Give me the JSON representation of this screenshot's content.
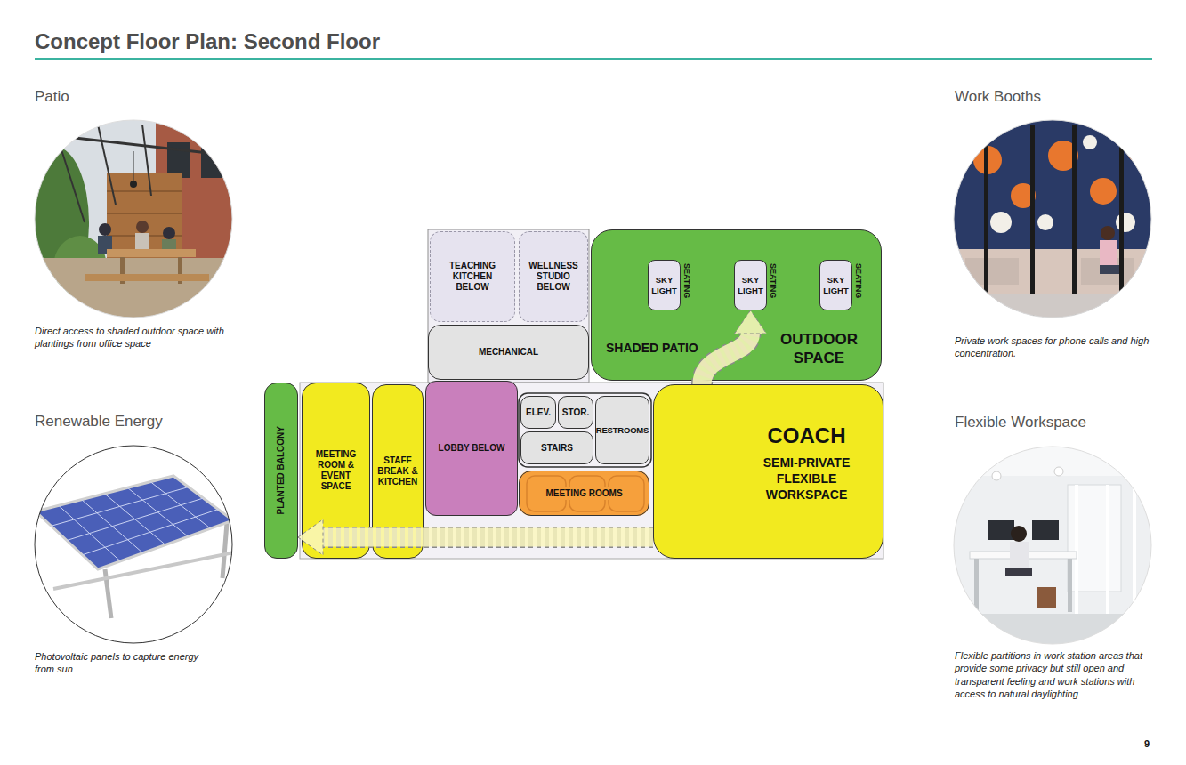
{
  "diagram": {
    "title": "Concept Floor Plan: Second Floor",
    "nodes": [
      {
        "text": [
          "TEACHING KITCHEN BELOW"
        ]
      },
      {
        "text": [
          "WELLNESS STUDIO BELOW"
        ]
      },
      {
        "text": [
          "SHADED PATIO",
          "OUTDOOR SPACE"
        ]
      },
      {
        "text": [
          "SKY LIGHT"
        ],
        "in": 2
      },
      {
        "text": [
          "SKY LIGHT"
        ],
        "in": 2
      },
      {
        "text": [
          "SKY LIGHT"
        ],
        "in": 2
      },
      {
        "text": [
          "MECHANICAL"
        ]
      },
      {
        "text": [
          "PLANTED BALCONY"
        ]
      },
      {
        "text": [
          "MEETING ROOM & EVENT SPACE"
        ]
      },
      {
        "text": [
          "STAFF BREAK & KITCHEN"
        ]
      },
      {
        "text": [
          "LOBBY BELOW"
        ]
      },
      {
        "text": [
          "ELEV."
        ]
      },
      {
        "text": [
          "STOR."
        ]
      },
      {
        "text": [
          "STAIRS"
        ]
      },
      {
        "text": [
          "RESTROOMS"
        ]
      },
      {
        "text": [
          "MEETING ROOMS"
        ]
      },
      {
        "text": [
          "COACH",
          "SEMI-PRIVATE FLEXIBLE WORKSPACE"
        ]
      }
    ],
    "edges": [
      {
        "from": 16,
        "to": 4,
        "arrow": "to"
      },
      {
        "from": 16,
        "to": 7,
        "arrow": "to"
      }
    ],
    "labels": [
      "Patio",
      "Direct access to shaded outdoor space with plantings from office space",
      "Renewable Energy",
      "Photovoltaic panels to capture energy from sun",
      "Work Booths",
      "Private work spaces for phone calls and high concentration.",
      "Flexible Workspace",
      "Flexible partitions in work station areas that provide some privacy but still open and transparent feeling and work stations with access to natural daylighting",
      "SEATING",
      "SEATING",
      "SEATING",
      "9"
    ]
  }
}
